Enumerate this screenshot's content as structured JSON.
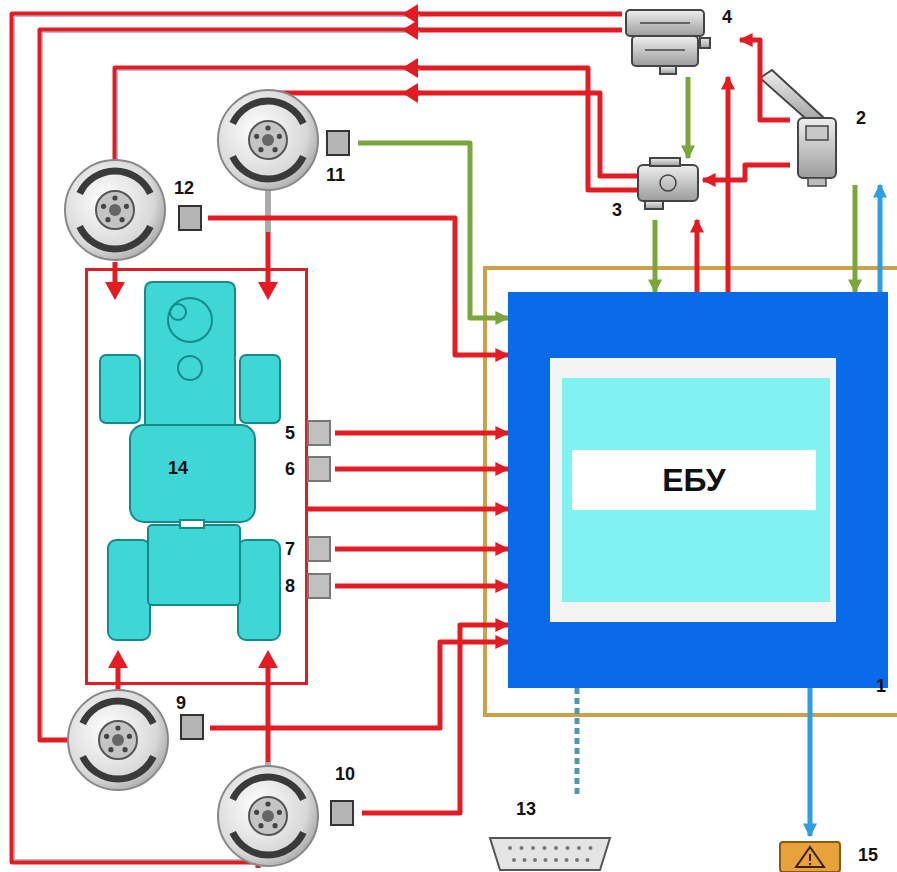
{
  "diagram": {
    "nodes": [
      {
        "text": [
          "4"
        ]
      },
      {
        "text": [
          "2"
        ]
      },
      {
        "text": [
          "11"
        ]
      },
      {
        "text": [
          "3"
        ]
      },
      {
        "text": [
          "12"
        ]
      },
      {
        "text": [
          "14"
        ]
      },
      {
        "text": [
          "5"
        ]
      },
      {
        "text": [
          "6"
        ]
      },
      {
        "text": [
          "7"
        ]
      },
      {
        "text": [
          "8"
        ]
      },
      {
        "text": [
          "ЕБУ"
        ]
      },
      {
        "text": [
          "9"
        ]
      },
      {
        "text": [
          "10"
        ]
      },
      {
        "text": [
          "13"
        ]
      },
      {
        "text": [
          "15"
        ]
      }
    ],
    "edges": [
      {
        "from": 4,
        "to": 10,
        "arrow": "to"
      },
      {
        "from": 2,
        "to": 10,
        "arrow": "to"
      },
      {
        "from": 6,
        "to": 10,
        "arrow": "to"
      },
      {
        "from": 7,
        "to": 10,
        "arrow": "to"
      },
      {
        "from": 5,
        "to": 10,
        "arrow": "to"
      },
      {
        "from": 8,
        "to": 10,
        "arrow": "to"
      },
      {
        "from": 9,
        "to": 10,
        "arrow": "to"
      },
      {
        "from": 12,
        "to": 10,
        "arrow": "to"
      },
      {
        "from": 11,
        "to": 10,
        "arrow": "to"
      },
      {
        "from": 0,
        "to": 3,
        "arrow": "to"
      },
      {
        "from": 3,
        "to": 10,
        "arrow": "to"
      },
      {
        "from": 10,
        "to": 3,
        "arrow": "to"
      },
      {
        "from": 10,
        "to": 0,
        "arrow": "to"
      },
      {
        "from": 1,
        "to": 0,
        "arrow": "to"
      },
      {
        "from": 1,
        "to": 3,
        "arrow": "to"
      },
      {
        "from": 1,
        "to": 10,
        "arrow": "to"
      },
      {
        "from": 10,
        "to": 1,
        "arrow": "to"
      },
      {
        "from": 10,
        "to": 13,
        "arrow": "none"
      },
      {
        "from": 10,
        "to": 14,
        "arrow": "to"
      }
    ],
    "labels": [
      "1"
    ]
  }
}
